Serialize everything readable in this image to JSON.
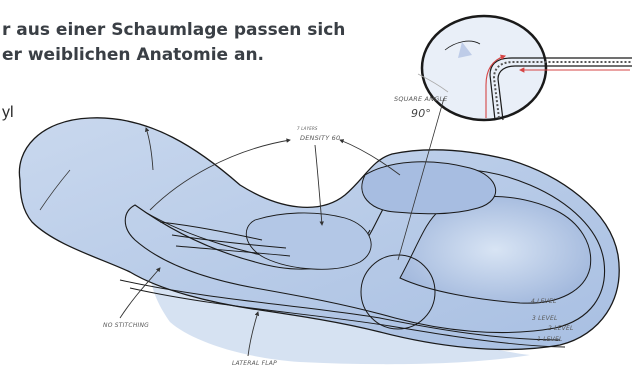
{
  "text": {
    "heading_line1": "r aus einer Schaumlage passen sich",
    "heading_line2": "er weiblichen Anatomie an.",
    "fragment": "yl"
  },
  "annotations": {
    "square_angle": "SQUARE ANGLE",
    "angle_value": "90°",
    "small_title": "7 LAYERS",
    "density": "DENSITY 60",
    "no_stitching": "NO STITCHING",
    "lateral_flap": "LATERAL FLAP",
    "level4": "4 LEVEL",
    "level3": "3 LEVEL",
    "level2": "2 LEVEL",
    "level1": "1 LEVEL"
  },
  "colors": {
    "pad_fill": "#b9cbe6",
    "pad_fill_dark": "#9fb6dc",
    "outline": "#1a1a1a",
    "arrow_red": "#d64545"
  }
}
